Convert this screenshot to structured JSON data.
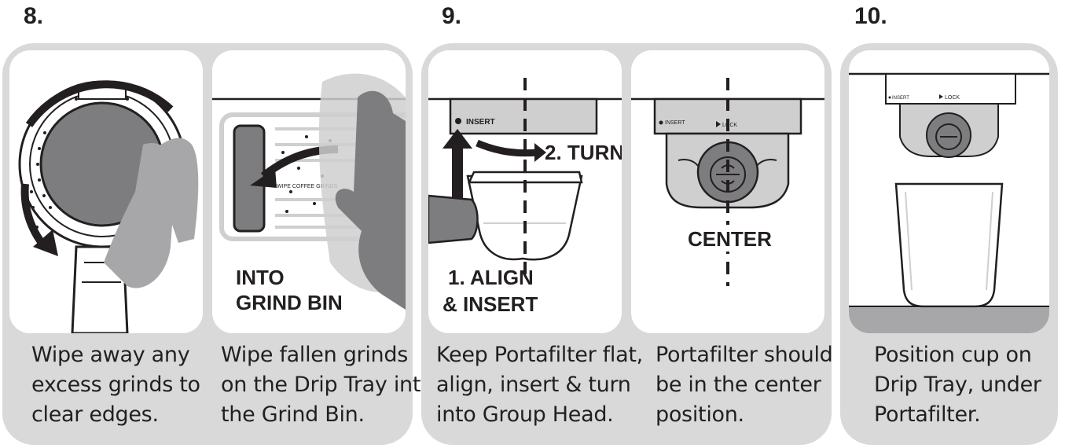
{
  "steps": [
    {
      "number": "8.",
      "panels": [
        {
          "caption": [
            "Wipe away any",
            "excess grinds to",
            "clear edges."
          ]
        },
        {
          "overlay": [
            "INTO",
            "GRIND BIN"
          ],
          "tray_label": "WIPE COFFEE GRINDS",
          "caption": [
            "Wipe fallen grinds",
            "on the Drip Tray into",
            "the Grind Bin."
          ]
        }
      ]
    },
    {
      "number": "9.",
      "panels": [
        {
          "insert_label": "INSERT",
          "turn_label": "2. TURN",
          "align_label": [
            "1. ALIGN",
            "& INSERT"
          ],
          "caption": [
            "Keep Portafilter flat,",
            "align, insert & turn",
            "into Group Head."
          ]
        },
        {
          "insert_label": "INSERT",
          "lock_label": "LOCK",
          "center_label": "CENTER",
          "caption": [
            "Portafilter should",
            "be in the center",
            "position."
          ]
        }
      ]
    },
    {
      "number": "10.",
      "panels": [
        {
          "insert_label": "INSERT",
          "lock_label": "LOCK",
          "caption": [
            "Position cup on",
            "Drip Tray, under",
            "Portafilter."
          ]
        }
      ]
    }
  ],
  "colors": {
    "group_bg": "#d9d9da",
    "dark_gray": "#7d7d7f",
    "mid_gray": "#a7a7a9",
    "light_gray": "#cfcfd0",
    "ink": "#231f20"
  }
}
